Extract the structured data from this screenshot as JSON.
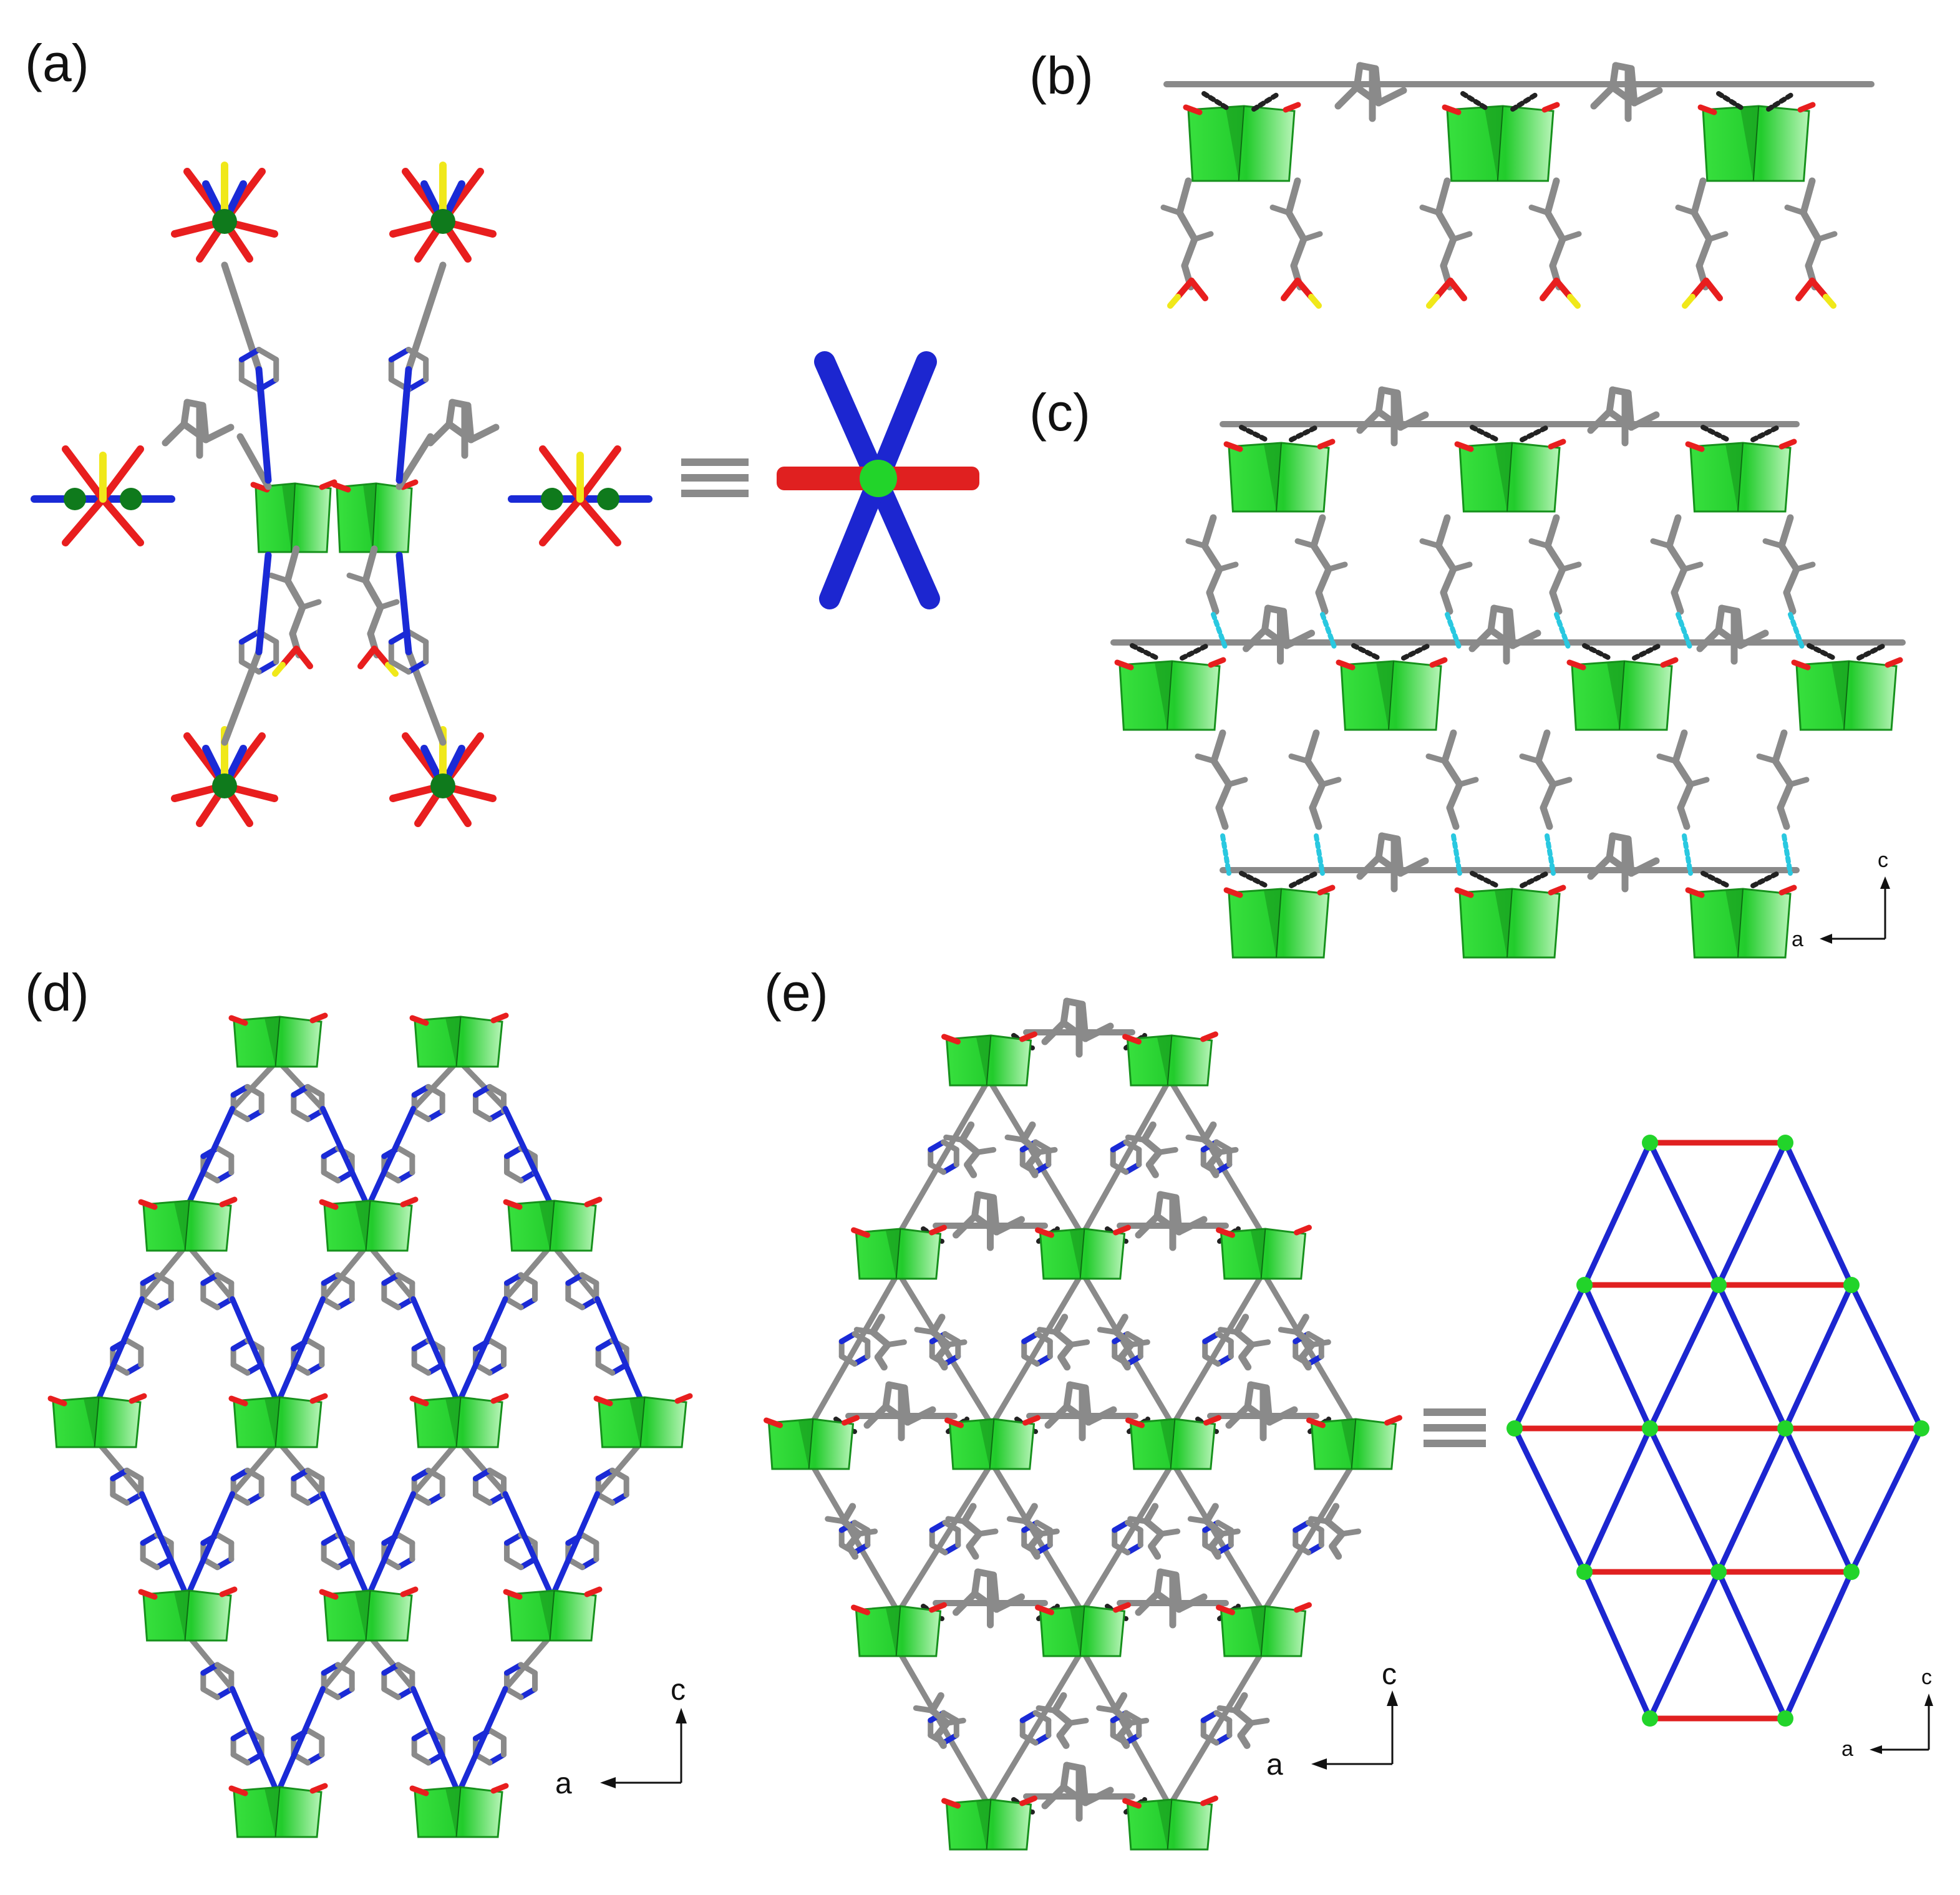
{
  "panels": [
    {
      "label": "(a)"
    },
    {
      "label": "(b)"
    },
    {
      "label": "(c)"
    },
    {
      "label": "(d)"
    },
    {
      "label": "(e)"
    }
  ],
  "equivalence_symbol": "≡",
  "axes_labels": {
    "c": "c",
    "a": "a"
  },
  "colors": {
    "polyhedron": "#22cc2c",
    "polyhedron_dark": "#16911c",
    "oxygen": "#e81e1e",
    "nitrogen": "#1a2ad6",
    "carbon": "#8a8a8a",
    "sulfur": "#f0e81a",
    "hbond": "#29c8e0",
    "net_node": "#22d42a",
    "net_link_blue": "#1c26d0",
    "net_link_red": "#e02020",
    "metal": "#0f7a1c"
  }
}
